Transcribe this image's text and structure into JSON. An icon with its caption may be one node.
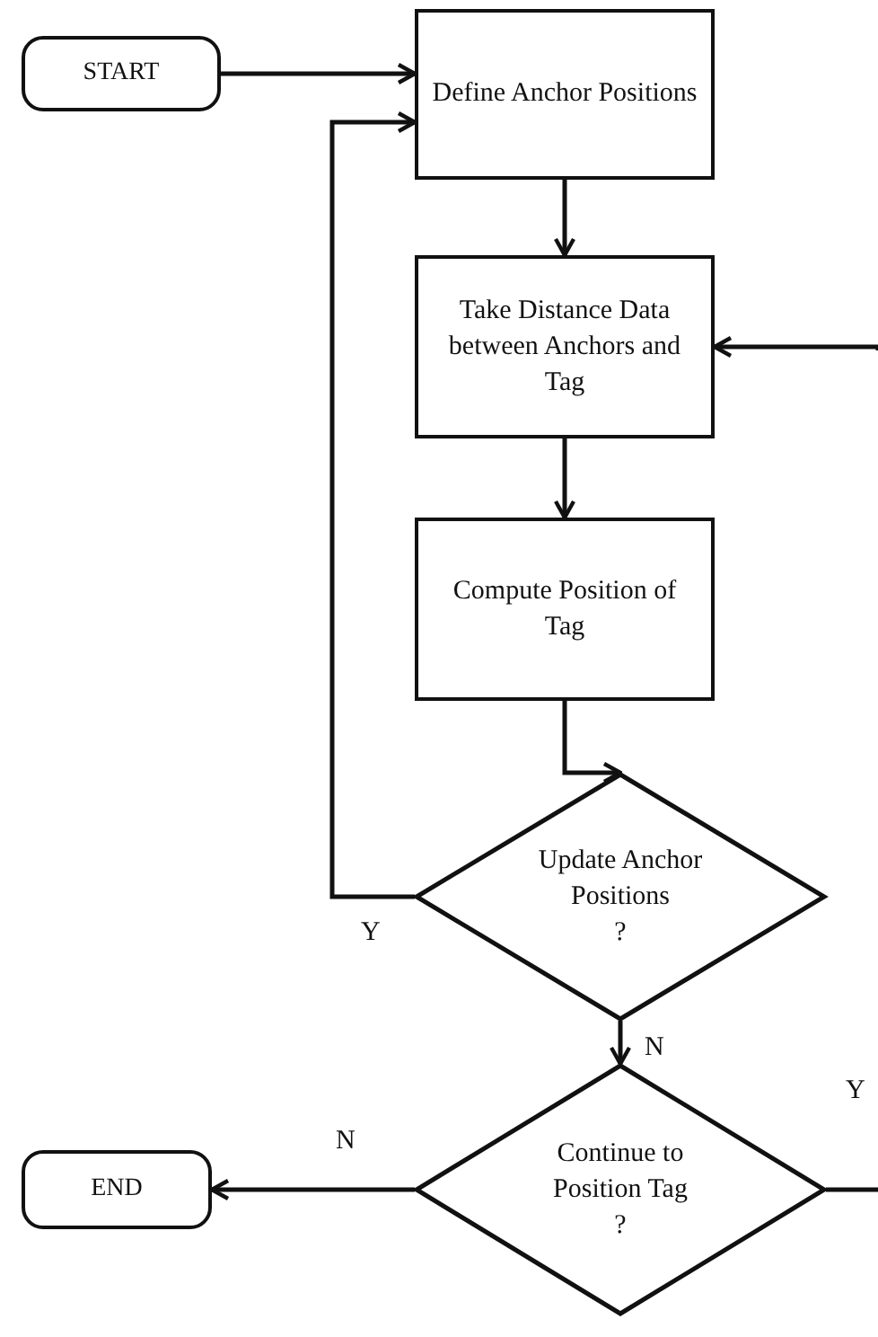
{
  "diagram": {
    "nodes": [
      {
        "text": [
          "START"
        ]
      },
      {
        "text": [
          "Define Anchor Positions"
        ]
      },
      {
        "text": [
          "Take Distance Data between Anchors and Tag"
        ]
      },
      {
        "text": [
          "Compute Position of Tag"
        ]
      },
      {
        "text": [
          "Update Anchor Positions",
          "?"
        ]
      },
      {
        "text": [
          "Continue to Position Tag",
          "?"
        ]
      },
      {
        "text": [
          "END"
        ]
      }
    ],
    "edges": [
      {
        "from": 0,
        "to": 1,
        "arrow": "to"
      },
      {
        "from": 1,
        "to": 2,
        "arrow": "to"
      },
      {
        "from": 2,
        "to": 3,
        "arrow": "to"
      },
      {
        "from": 3,
        "to": 4,
        "arrow": "to"
      },
      {
        "from": 4,
        "to": 1,
        "arrow": "to",
        "label": "Y"
      },
      {
        "from": 4,
        "to": 5,
        "arrow": "to",
        "label": "N"
      },
      {
        "from": 5,
        "to": 6,
        "arrow": "to",
        "label": "N"
      },
      {
        "from": 5,
        "to": null,
        "arrow": "none",
        "label": "Y"
      },
      {
        "from": null,
        "to": 2,
        "arrow": "to"
      }
    ]
  }
}
